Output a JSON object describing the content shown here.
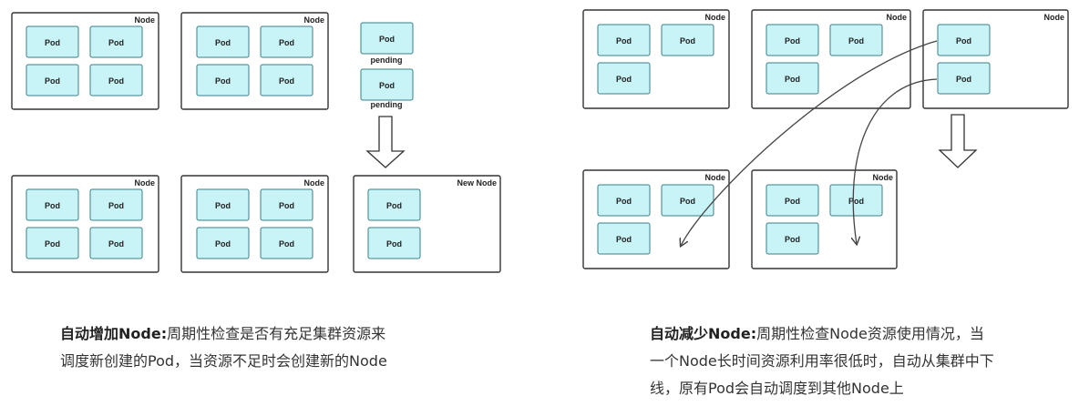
{
  "labels": {
    "node": "Node",
    "new_node": "New Node",
    "pod": "Pod",
    "pending": "pending"
  },
  "colors": {
    "pod_fill": "#c8f3f7",
    "pod_stroke": "#3a7f88",
    "node_stroke": "#333333",
    "arrow_stroke": "#444444"
  },
  "captions": {
    "scale_up": {
      "title": "自动增加Node:",
      "line1": "周期性检查是否有充足集群资源来",
      "line2": "调度新创建的Pod，当资源不足时会创建新的Node"
    },
    "scale_down": {
      "title": "自动减少Node:",
      "line1": "周期性检查Node资源使用情况，当",
      "line2": "一个Node长时间资源利用率很低时，自动从集群中下",
      "line3": "线，原有Pod会自动调度到其他Node上"
    }
  }
}
